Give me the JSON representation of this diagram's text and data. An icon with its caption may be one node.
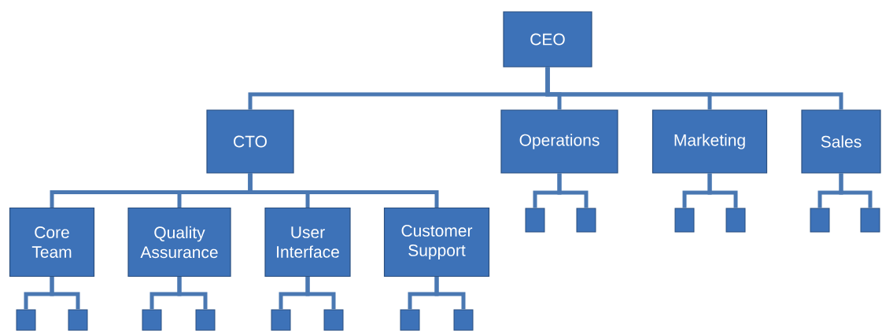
{
  "diagram": {
    "nodes": [
      {
        "text": [
          "CEO"
        ]
      },
      {
        "text": [
          "CTO"
        ]
      },
      {
        "text": [
          "Operations"
        ]
      },
      {
        "text": [
          "Marketing"
        ]
      },
      {
        "text": [
          "Sales"
        ]
      },
      {
        "text": [
          "Core Team"
        ]
      },
      {
        "text": [
          "Quality Assurance"
        ]
      },
      {
        "text": [
          "User Interface"
        ]
      },
      {
        "text": [
          "Customer Support"
        ]
      },
      {
        "text": [],
        "shape": "box"
      },
      {
        "text": [],
        "shape": "box"
      },
      {
        "text": [],
        "shape": "box"
      },
      {
        "text": [],
        "shape": "box"
      },
      {
        "text": [],
        "shape": "box"
      },
      {
        "text": [],
        "shape": "box"
      },
      {
        "text": [],
        "shape": "box"
      },
      {
        "text": [],
        "shape": "box"
      },
      {
        "text": [],
        "shape": "box"
      },
      {
        "text": [],
        "shape": "box"
      },
      {
        "text": [],
        "shape": "box"
      },
      {
        "text": [],
        "shape": "box"
      },
      {
        "text": [],
        "shape": "box"
      },
      {
        "text": [],
        "shape": "box"
      }
    ],
    "edges": [
      {
        "from": 0,
        "to": 1,
        "arrow": "none"
      },
      {
        "from": 0,
        "to": 2,
        "arrow": "none"
      },
      {
        "from": 0,
        "to": 3,
        "arrow": "none"
      },
      {
        "from": 0,
        "to": 4,
        "arrow": "none"
      },
      {
        "from": 1,
        "to": 5,
        "arrow": "none"
      },
      {
        "from": 1,
        "to": 6,
        "arrow": "none"
      },
      {
        "from": 1,
        "to": 7,
        "arrow": "none"
      },
      {
        "from": 1,
        "to": 8,
        "arrow": "none"
      },
      {
        "from": 2,
        "to": 9,
        "arrow": "none"
      },
      {
        "from": 2,
        "to": 10,
        "arrow": "none"
      },
      {
        "from": 3,
        "to": 11,
        "arrow": "none"
      },
      {
        "from": 3,
        "to": 12,
        "arrow": "none"
      },
      {
        "from": 4,
        "to": 13,
        "arrow": "none"
      },
      {
        "from": 4,
        "to": 14,
        "arrow": "none"
      },
      {
        "from": 5,
        "to": 15,
        "arrow": "none"
      },
      {
        "from": 5,
        "to": 16,
        "arrow": "none"
      },
      {
        "from": 6,
        "to": 17,
        "arrow": "none"
      },
      {
        "from": 6,
        "to": 18,
        "arrow": "none"
      },
      {
        "from": 7,
        "to": 19,
        "arrow": "none"
      },
      {
        "from": 7,
        "to": 20,
        "arrow": "none"
      },
      {
        "from": 8,
        "to": 21,
        "arrow": "none"
      },
      {
        "from": 8,
        "to": 22,
        "arrow": "none"
      }
    ]
  }
}
